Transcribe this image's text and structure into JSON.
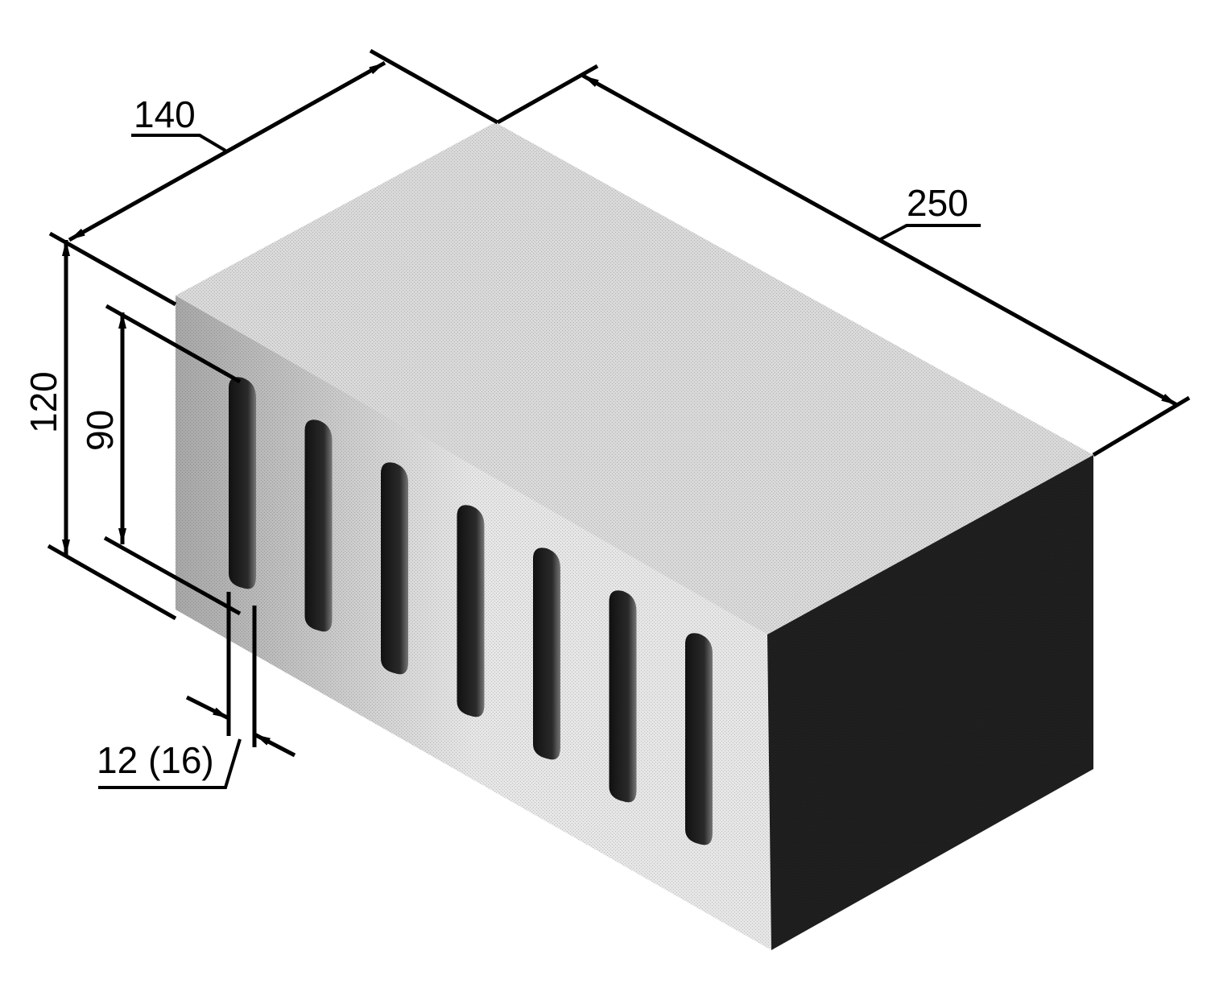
{
  "dimensions": {
    "width_label": "140",
    "length_label": "250",
    "height_label": "120",
    "slot_height_label": "90",
    "wall_label": "12 (16)"
  },
  "colors": {
    "top_face": "#d9d9d9",
    "front_face_light": "#e6e6e6",
    "front_face_dark": "#a8a8a8",
    "end_face": "#1f1f1f",
    "slot": "#262626",
    "ink": "#000000"
  },
  "slots": {
    "count": 7
  }
}
